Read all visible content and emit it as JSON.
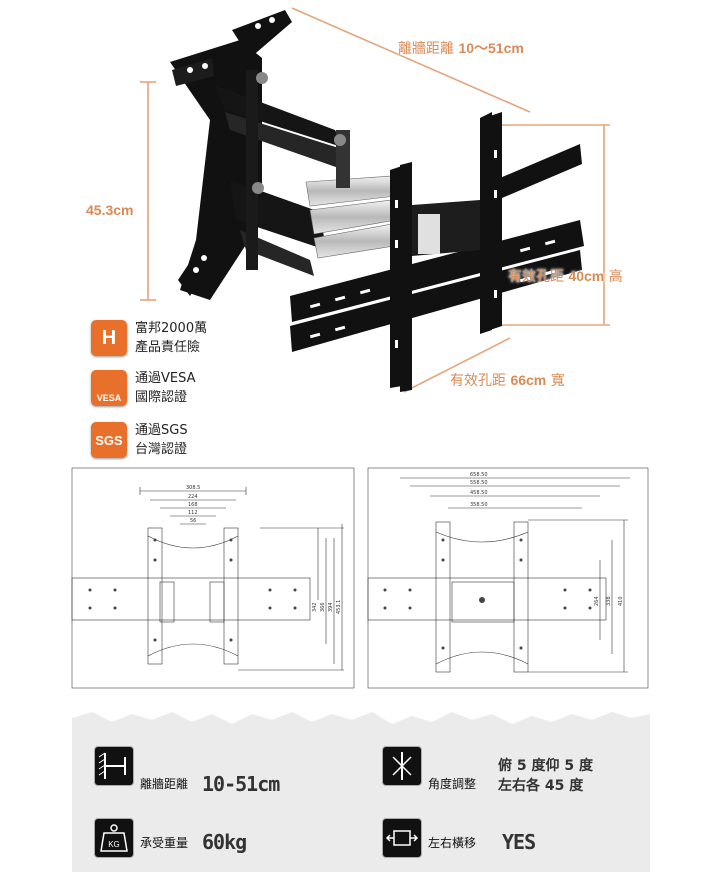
{
  "hero": {
    "depth_label": "離牆距離",
    "depth_value": "10～51cm",
    "height_value": "45.3cm",
    "vesa_height_label": "有效孔距",
    "vesa_height_value": "40cm",
    "vesa_height_suffix": "高",
    "vesa_width_label": "有效孔距",
    "vesa_width_value": "66cm",
    "vesa_width_suffix": "寬"
  },
  "badges": [
    {
      "icon": "H",
      "color": "#e8702a",
      "line1": "富邦2000萬",
      "line2": "產品責任險"
    },
    {
      "icon": "VESA",
      "color": "#e8702a",
      "line1": "通過VESA",
      "line2": "國際認證"
    },
    {
      "icon": "SGS",
      "color": "#e8702a",
      "line1": "通過SGS",
      "line2": "台灣認證"
    }
  ],
  "drawing_left": {
    "top_dims": [
      "308.5",
      "224",
      "168",
      "112",
      "56"
    ],
    "side_dims": [
      "342",
      "366",
      "394",
      "453.1"
    ]
  },
  "drawing_right": {
    "top_dims": [
      "658.50",
      "558.50",
      "458.50",
      "358.50"
    ],
    "side_dims": [
      "264",
      "338",
      "410"
    ]
  },
  "specs": {
    "depth_label": "離牆距離",
    "depth_value": "10-51cm",
    "angle_label": "角度調整",
    "angle_line1": "俯 5 度仰 5 度",
    "angle_line2": "左右各 45 度",
    "load_label": "承受重量",
    "load_value": "60kg",
    "load_icon_text": "KG",
    "shift_label": "左右橫移",
    "shift_value": "YES"
  }
}
